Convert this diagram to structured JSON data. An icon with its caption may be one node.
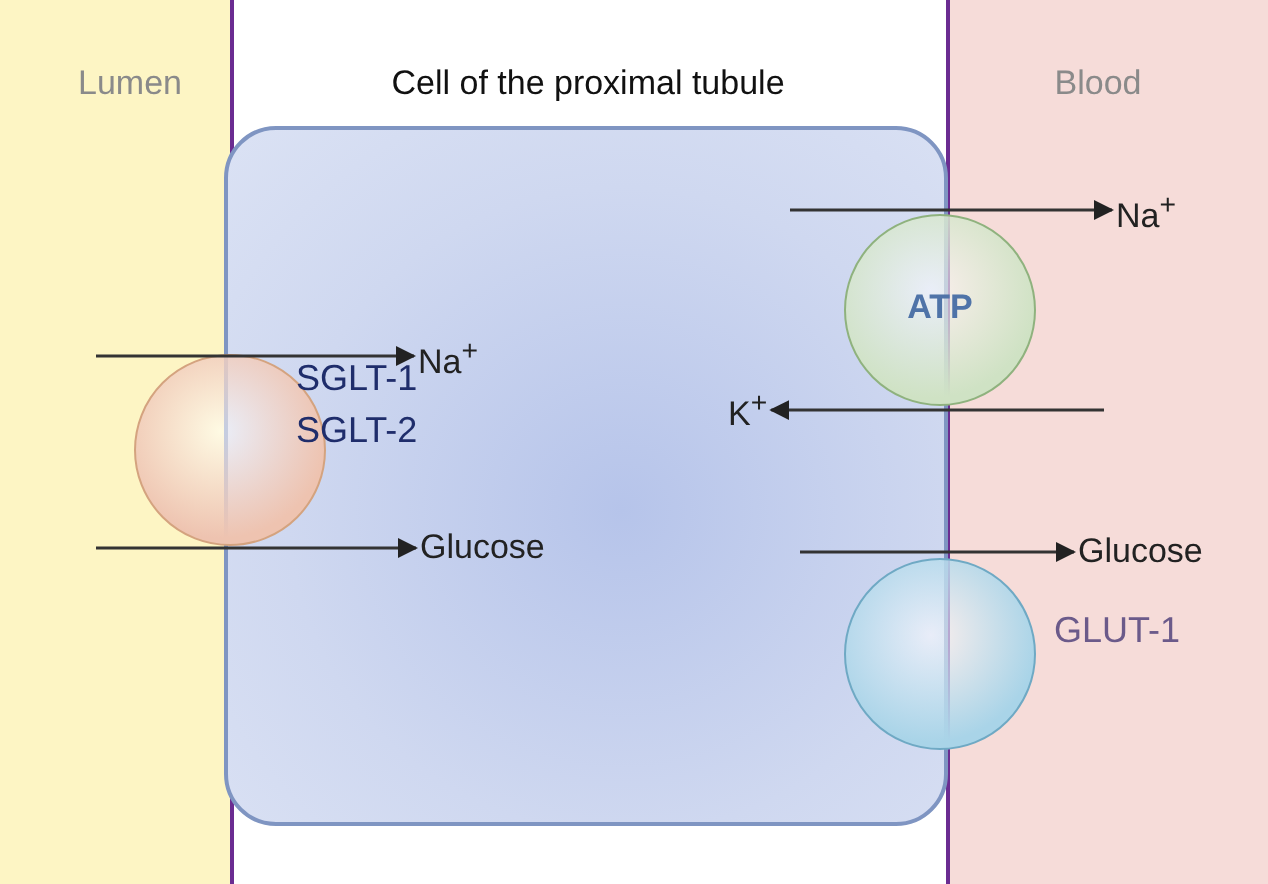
{
  "diagram": {
    "nodes": [
      {
        "text": [
          "Lumen"
        ]
      },
      {
        "text": [
          "Cell of the proximal tubule"
        ]
      },
      {
        "text": [
          "Blood"
        ]
      },
      {
        "text": [],
        "shape": "box",
        "in": 1
      },
      {
        "text": [],
        "shape": "circle",
        "beside": [
          "SGLT-1 SGLT-2"
        ]
      },
      {
        "text": [
          "ATP"
        ]
      },
      {
        "text": [],
        "shape": "circle",
        "beside": [
          "GLUT-1"
        ]
      },
      {
        "text": [
          "Na$^{+}$"
        ],
        "in": 3
      },
      {
        "text": [
          "Glucose"
        ],
        "in": 3
      },
      {
        "text": [
          "Na$^{+}$"
        ],
        "in": 2
      },
      {
        "text": [
          "K$^{+}$"
        ],
        "in": 3
      },
      {
        "text": [
          "Glucose"
        ],
        "in": 2
      }
    ],
    "edges": [
      {
        "from": 0,
        "to": 7,
        "arrow": "to"
      },
      {
        "from": 0,
        "to": 8,
        "arrow": "to"
      },
      {
        "from": null,
        "to": 9,
        "arrow": "to"
      },
      {
        "from": null,
        "to": 10,
        "arrow": "to"
      },
      {
        "from": null,
        "to": 11,
        "arrow": "to"
      }
    ]
  }
}
